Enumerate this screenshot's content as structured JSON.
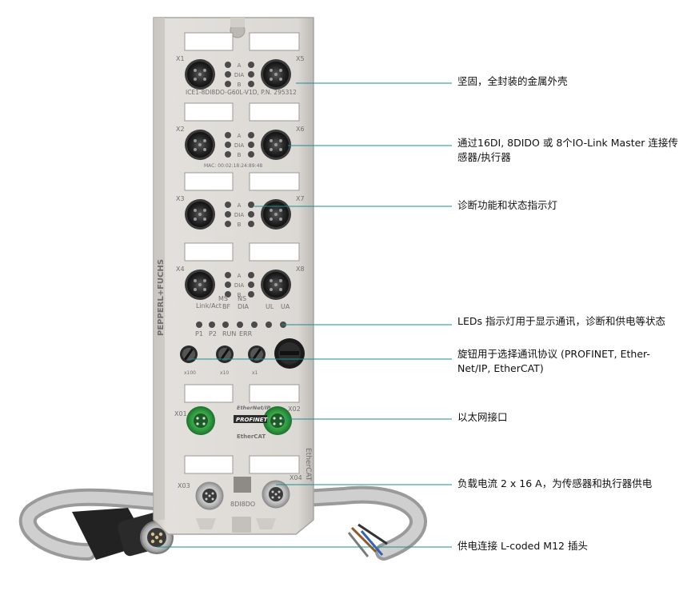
{
  "device": {
    "model_text": "ICE1-8DI8DO-G60L-V1D, P.N. 295312",
    "mac_text": "MAC: 00:02:18:24:89:48",
    "brand_text": "PEPPERL+FUCHS",
    "port_labels": [
      "X1",
      "X5",
      "X2",
      "X6",
      "X3",
      "X7",
      "X4",
      "X8"
    ],
    "led_labels": [
      "A",
      "DIA",
      "B"
    ],
    "status_labels": {
      "link_act": "Link/Act",
      "ms": "MS",
      "ns": "NS",
      "bf": "BF",
      "dia": "DIA",
      "ul": "UL",
      "ua": "UA",
      "p1": "P1",
      "p2": "P2",
      "run": "RUN",
      "err": "ERR"
    },
    "dial_labels": [
      "x100",
      "x10",
      "x1"
    ],
    "eth_labels": [
      "X01",
      "X02"
    ],
    "protocol_labels": [
      "EtherNet/IP",
      "PROFINET",
      "EtherCAT"
    ],
    "power_labels": [
      "X03",
      "X04"
    ],
    "bottom_text": "8DI8DO",
    "side_text": "EtherCAT"
  },
  "callouts": [
    {
      "text": "坚固，全封装的金属外壳"
    },
    {
      "text": "通过16DI, 8DIDO 或 8个IO-Link Master 连接传感器/执行器"
    },
    {
      "text": "诊断功能和状态指示灯"
    },
    {
      "text": "LEDs 指示灯用于显示通讯，诊断和供电等状态"
    },
    {
      "text": "旋钮用于选择通讯协议 (PROFINET, Ether-Net/IP, EtherCAT)"
    },
    {
      "text": "以太网接口"
    },
    {
      "text": "负载电流 2 x 16 A，为传感器和执行器供电"
    },
    {
      "text": "供电连接 L-coded M12 插头"
    }
  ],
  "colors": {
    "housing": "#d9d6d2",
    "housing_shadow": "#b9b5b0",
    "callout_line": "#1a8f8f",
    "eth_connector": "#3aa34a",
    "cable": "#b5b5b5"
  }
}
